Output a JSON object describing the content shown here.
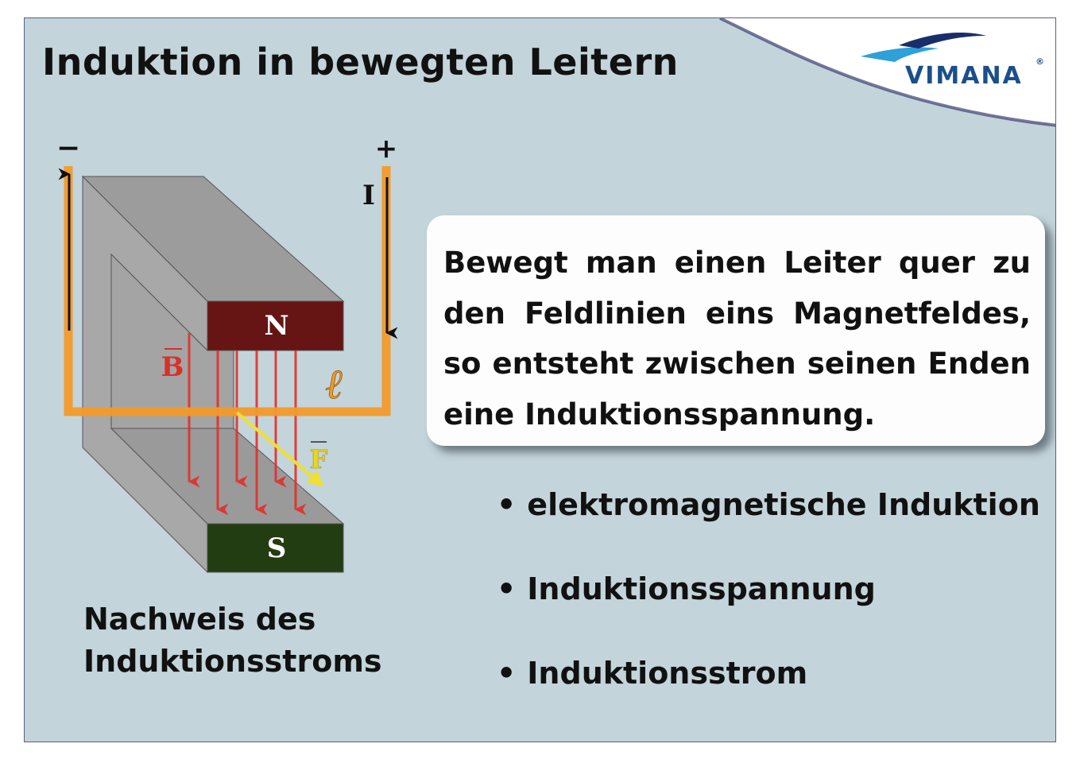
{
  "slide": {
    "title": "Induktion in bewegten Leitern",
    "logo": {
      "text": "VIMANA",
      "registered": "®"
    },
    "diagram": {
      "minus_label": "−",
      "plus_label": "+",
      "current_label": "I",
      "north_label": "N",
      "south_label": "S",
      "field_label": "B",
      "force_label": "F",
      "length_label": "ℓ"
    },
    "callout_text": "Bewegt man einen Leiter quer zu den Feldlinien eins Magnetfeldes, so entsteht zwischen seinen Enden eine Induktionsspannung.",
    "bullets": [
      "elektromagnetische Induktion",
      "Induktionsspannung",
      "Induktionsstrom"
    ],
    "bullet_symbol": "•",
    "caption_line1": "Nachweis des",
    "caption_line2": "Induktionsstroms"
  },
  "colors": {
    "background": "#c3d4da",
    "wire": "#f39a2a",
    "field": "#e0302a",
    "force": "#f0e030",
    "north": "#661414",
    "south": "#233d12",
    "logo": "#1b4f8a"
  }
}
